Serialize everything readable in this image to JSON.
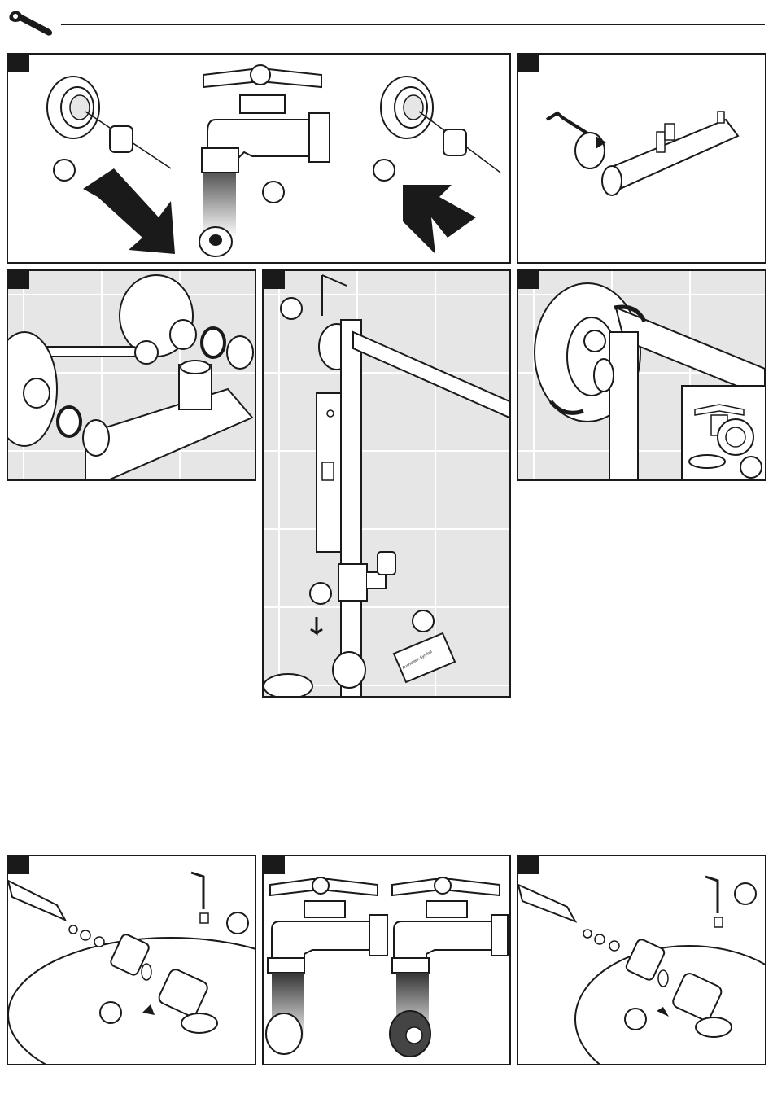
{
  "header": {
    "icon": "wrench-icon"
  },
  "colors": {
    "line": "#1a1a1a",
    "tile": "#e6e6e6",
    "grout": "#ffffff",
    "arrow": "#1a1a1a"
  },
  "panels": [
    {
      "id": "p1",
      "icon": "faucet-filter-clean-icon"
    },
    {
      "id": "p2",
      "icon": "thermostat-hex-key-icon"
    },
    {
      "id": "p3",
      "icon": "wrench-connect-icon"
    },
    {
      "id": "p4",
      "icon": "level-install-icon"
    },
    {
      "id": "p5",
      "icon": "wall-flange-icon"
    },
    {
      "id": "p6",
      "icon": "cartridge-remove-icon"
    },
    {
      "id": "p7",
      "icon": "faucet-rinse-icon"
    },
    {
      "id": "p8",
      "icon": "cartridge-insert-icon"
    }
  ],
  "labels": {
    "level_text": "Ausrichten Symbol"
  }
}
